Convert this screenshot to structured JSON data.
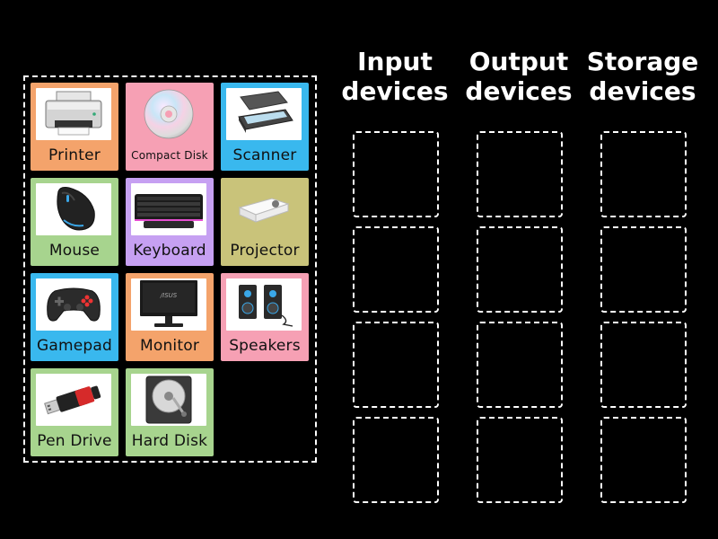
{
  "colors": {
    "orange": "#f4a36b",
    "pink": "#f6a0b4",
    "blue": "#39b8ee",
    "green": "#a7d48e",
    "purple": "#c6a0f2",
    "olive": "#c9c37a"
  },
  "cards": [
    {
      "label": "Printer",
      "color": "#f4a36b",
      "icon": "printer-icon"
    },
    {
      "label": "Compact Disk",
      "color": "#f6a0b4",
      "icon": "cd-icon"
    },
    {
      "label": "Scanner",
      "color": "#39b8ee",
      "icon": "scanner-icon"
    },
    {
      "label": "Mouse",
      "color": "#a7d48e",
      "icon": "mouse-icon"
    },
    {
      "label": "Keyboard",
      "color": "#c6a0f2",
      "icon": "keyboard-icon"
    },
    {
      "label": "Projector",
      "color": "#c9c37a",
      "icon": "projector-icon"
    },
    {
      "label": "Gamepad",
      "color": "#39b8ee",
      "icon": "gamepad-icon"
    },
    {
      "label": "Monitor",
      "color": "#f4a36b",
      "icon": "monitor-icon"
    },
    {
      "label": "Speakers",
      "color": "#f6a0b4",
      "icon": "speakers-icon"
    },
    {
      "label": "Pen Drive",
      "color": "#a7d48e",
      "icon": "pen-drive-icon"
    },
    {
      "label": "Hard Disk",
      "color": "#a7d48e",
      "icon": "hard-disk-icon"
    }
  ],
  "columns": [
    {
      "line1": "Input",
      "line2": "devices"
    },
    {
      "line1": "Output",
      "line2": "devices"
    },
    {
      "line1": "Storage",
      "line2": "devices"
    }
  ]
}
